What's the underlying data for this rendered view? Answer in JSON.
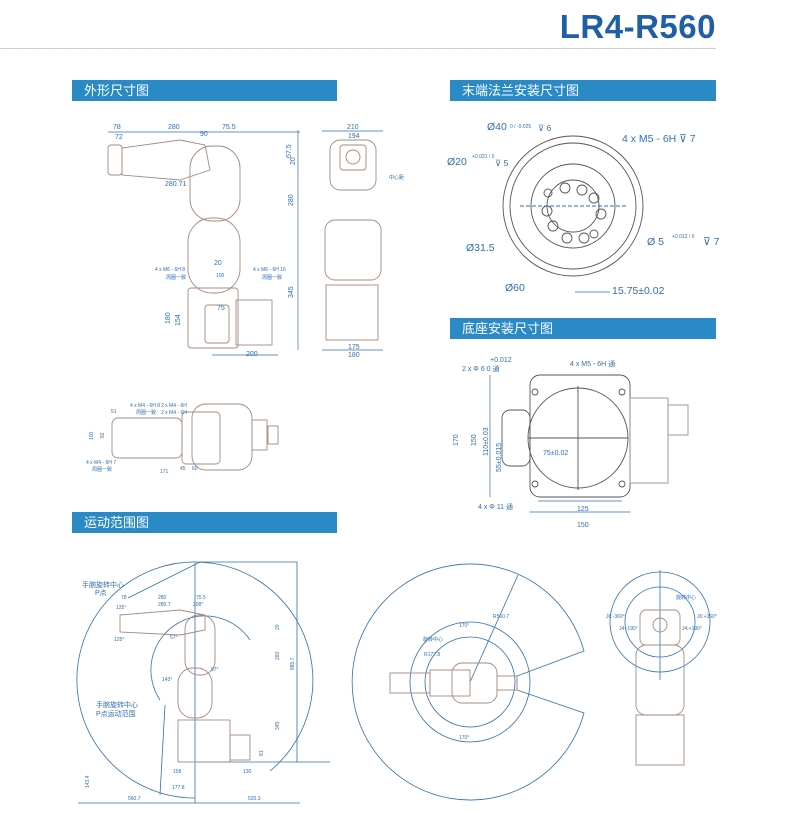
{
  "header": {
    "title": "LR4-R560"
  },
  "sections": {
    "outline": "外形尺寸图",
    "flange": "末端法兰安装尺寸图",
    "base": "底座安装尺寸图",
    "motion": "运动范围图"
  },
  "outline_side": [
    "78",
    "72",
    "280",
    "90",
    "75.5",
    "67.5",
    "20",
    "280.71",
    "280",
    "20",
    "4 x M6 - 6H  8",
    "周圈一致",
    "100",
    "4 x M6 - 6H  16",
    "周圈一致",
    "345",
    "75",
    "180",
    "154",
    "200"
  ],
  "outline_front": [
    "210",
    "194",
    "中心距",
    "175",
    "180"
  ],
  "outline_top": [
    "4 x M4 - 6H  8",
    "周圈一致",
    "51",
    "2 x M4 - 6H",
    "2 x M4 - 6H",
    "100",
    "82",
    "4 x M4 - 6H  7",
    "周圈一致",
    "171",
    "45",
    "60"
  ],
  "flange": {
    "d40": "Ø40",
    "d40_tol": "0 / -0.025",
    "d40_depth": "⊽ 6",
    "m5": "4 x  M5 - 6H ⊽ 7",
    "d20": "Ø20",
    "d20_tol": "+0.021 / 0",
    "d20_depth": "⊽ 5",
    "d315": "Ø31.5",
    "d5": "Ø 5",
    "d5_tol": "+0.012 / 0",
    "d5_depth": "⊽ 7",
    "d60": "Ø60",
    "offset": "15.75±0.02"
  },
  "base": {
    "pin_tol": "+0.012",
    "pin": "2 x Φ 6 0      通",
    "m5": "4 x M5 - 6H 通",
    "h170": "170",
    "h150": "150",
    "h110": "110±0.03",
    "h55": "55±0.015",
    "w75": "75±0.02",
    "holes": "4 x Φ 11 通",
    "w125": "125",
    "w150": "150"
  },
  "motion_side": [
    "手腕旋转中心",
    "P点",
    "78",
    "280",
    "75.5",
    "280.7",
    "208°",
    "125°",
    "125°",
    "57°",
    "20",
    "260",
    "87°",
    "143°",
    "885.7",
    "手腕旋转中心",
    "P点运动范围",
    "345",
    "81",
    "158",
    "130",
    "143.4",
    "177.8",
    "560.7",
    "520.3"
  ],
  "motion_top": [
    "170°",
    "R560.7",
    "旋转中心",
    "R177.8",
    "170°"
  ],
  "motion_front": [
    "J6:-360°",
    "J6:+360°",
    "J4:-190°",
    "J4:+190°",
    "旋转中心"
  ],
  "colors": {
    "accent": "#2a8ac6",
    "title": "#1f5fa6",
    "dim": "#2f6fb5",
    "part": "#a58a7c"
  }
}
